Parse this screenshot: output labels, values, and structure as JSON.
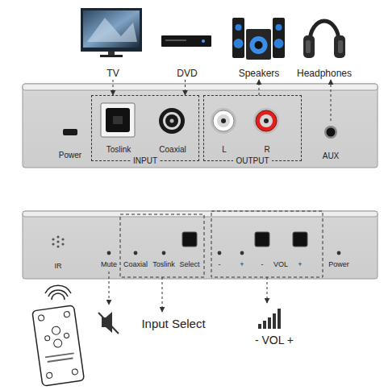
{
  "diagram": {
    "nodes": [
      {
        "text": [
          "TV"
        ]
      },
      {
        "text": [
          "DVD"
        ]
      },
      {
        "text": [
          "Speakers"
        ]
      },
      {
        "text": [
          "Headphones"
        ]
      },
      {
        "text": [
          "Power"
        ]
      },
      {
        "text": [
          "INPUT"
        ]
      },
      {
        "text": [
          "Toslink"
        ],
        "in": 5
      },
      {
        "text": [
          "Coaxial"
        ],
        "in": 5
      },
      {
        "text": [
          "OUTPUT"
        ]
      },
      {
        "text": [
          "L"
        ],
        "in": 8
      },
      {
        "text": [
          "R"
        ],
        "in": 8
      },
      {
        "text": [
          "AUX"
        ]
      }
    ],
    "edges": [
      {
        "from": 0,
        "to": 5,
        "arrow": "to"
      },
      {
        "from": 1,
        "to": 5,
        "arrow": "to"
      },
      {
        "from": 8,
        "to": 2,
        "arrow": "to"
      },
      {
        "from": 11,
        "to": 3,
        "arrow": "to"
      }
    ],
    "labels": [
      "IR",
      "Mute",
      "Coaxial",
      "Toslink",
      "Select",
      "-",
      "+",
      "-",
      "VOL",
      "+",
      "Power",
      "Input Select",
      "- VOL +"
    ]
  }
}
